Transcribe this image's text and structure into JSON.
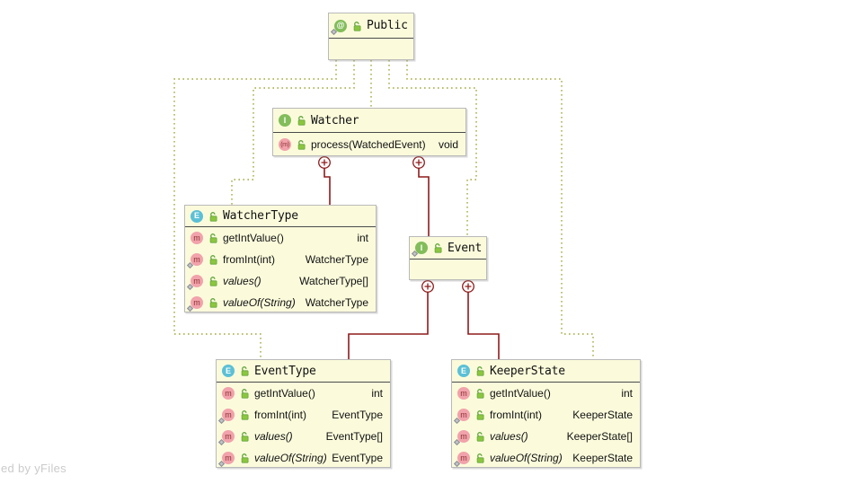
{
  "watermark": "ed by yFiles",
  "icons": {
    "annotation_glyph": "@",
    "interface_glyph": "I",
    "enum_glyph": "E",
    "method_glyph": "m",
    "abstract_method_glyph": "(m)"
  },
  "colors": {
    "node_fill": "#fbfbdc",
    "node_border": "#b9b9b9",
    "nested_edge_red": "#8e1b1b",
    "annotation_edge_olive": "#a4a83c",
    "interface_icon_green": "#82bd5a",
    "enum_icon_teal": "#5cc0d6",
    "method_icon_pink": "#f2a2ab",
    "lock_green": "#7ab648"
  },
  "classes": {
    "public": {
      "title": "Public",
      "kind": "annotation"
    },
    "watcher": {
      "title": "Watcher",
      "kind": "interface",
      "methods": [
        {
          "name": "process(WatchedEvent)",
          "type": "void"
        }
      ]
    },
    "watcherType": {
      "title": "WatcherType",
      "kind": "enum",
      "methods": [
        {
          "name": "getIntValue()",
          "type": "int"
        },
        {
          "name": "fromInt(int)",
          "type": "WatcherType"
        },
        {
          "name": "values()",
          "type": "WatcherType[]"
        },
        {
          "name": "valueOf(String)",
          "type": "WatcherType"
        }
      ]
    },
    "event": {
      "title": "Event",
      "kind": "interface"
    },
    "eventType": {
      "title": "EventType",
      "kind": "enum",
      "methods": [
        {
          "name": "getIntValue()",
          "type": "int"
        },
        {
          "name": "fromInt(int)",
          "type": "EventType"
        },
        {
          "name": "values()",
          "type": "EventType[]"
        },
        {
          "name": "valueOf(String)",
          "type": "EventType"
        }
      ]
    },
    "keeperState": {
      "title": "KeeperState",
      "kind": "enum",
      "methods": [
        {
          "name": "getIntValue()",
          "type": "int"
        },
        {
          "name": "fromInt(int)",
          "type": "KeeperState"
        },
        {
          "name": "values()",
          "type": "KeeperState[]"
        },
        {
          "name": "valueOf(String)",
          "type": "KeeperState"
        }
      ]
    }
  }
}
